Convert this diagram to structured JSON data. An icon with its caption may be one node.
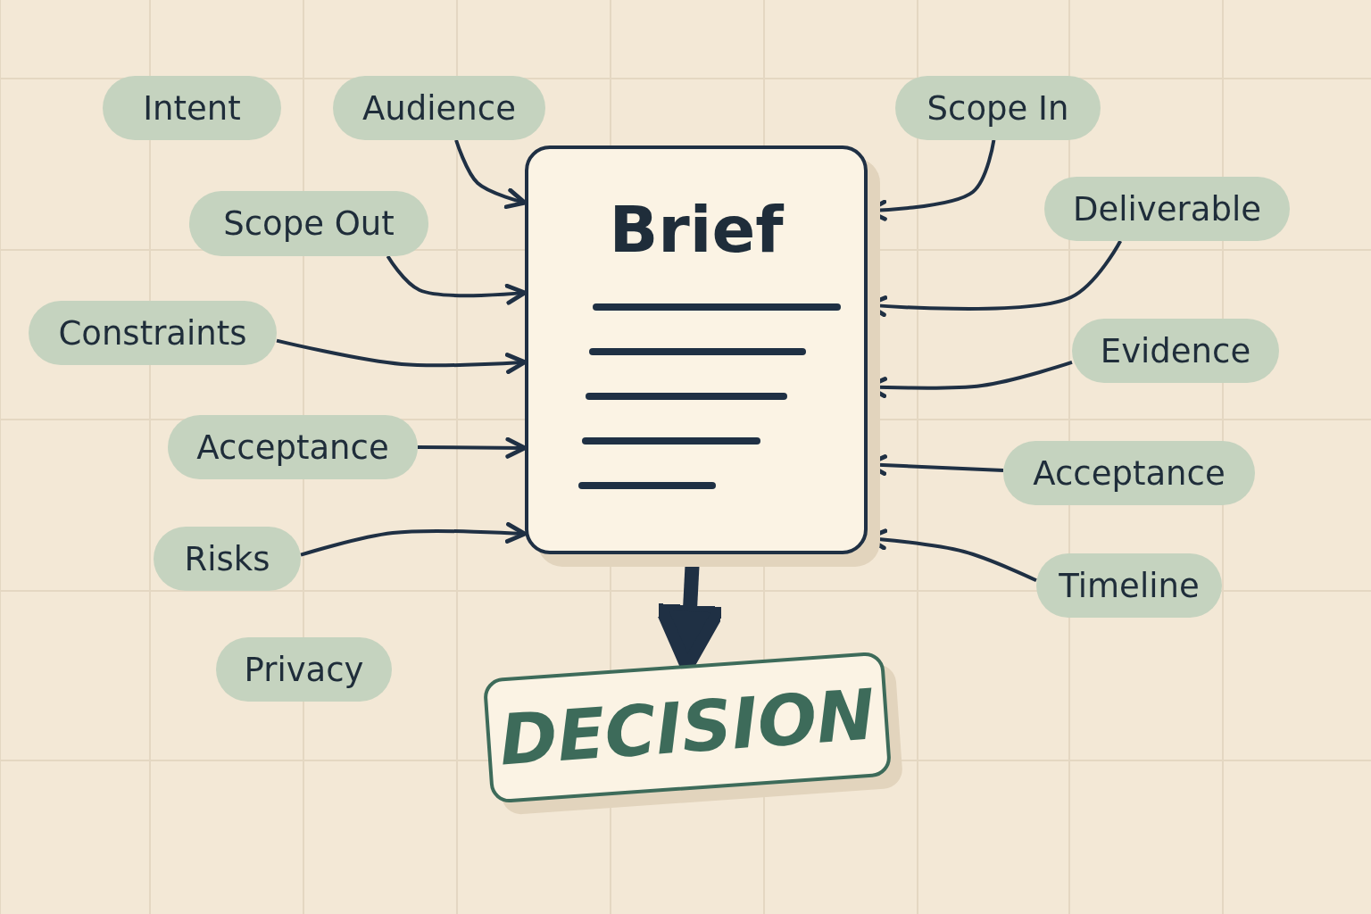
{
  "diagram": {
    "nodes": [
      {
        "text": [
          "Intent"
        ]
      },
      {
        "text": [
          "Audience"
        ]
      },
      {
        "text": [
          "Scope In"
        ]
      },
      {
        "text": [
          "Scope Out"
        ]
      },
      {
        "text": [
          "Deliverable"
        ]
      },
      {
        "text": [
          "Constraints"
        ]
      },
      {
        "text": [
          "Evidence"
        ]
      },
      {
        "text": [
          "Acceptance"
        ]
      },
      {
        "text": [
          "Acceptance"
        ]
      },
      {
        "text": [
          "Risks"
        ]
      },
      {
        "text": [
          "Timeline"
        ]
      },
      {
        "text": [
          "Privacy"
        ]
      },
      {
        "text": [
          "Brief"
        ]
      },
      {
        "text": [
          "DECISION"
        ]
      }
    ],
    "edges": [
      {
        "from": 1,
        "to": 12,
        "arrow": "to"
      },
      {
        "from": 2,
        "to": 12,
        "arrow": "to"
      },
      {
        "from": 3,
        "to": 12,
        "arrow": "to"
      },
      {
        "from": 4,
        "to": 12,
        "arrow": "to"
      },
      {
        "from": 5,
        "to": 12,
        "arrow": "to"
      },
      {
        "from": 6,
        "to": 12,
        "arrow": "to"
      },
      {
        "from": 7,
        "to": 12,
        "arrow": "to"
      },
      {
        "from": 8,
        "to": 12,
        "arrow": "to"
      },
      {
        "from": 9,
        "to": 12,
        "arrow": "to"
      },
      {
        "from": 10,
        "to": 12,
        "arrow": "to"
      },
      {
        "from": 12,
        "to": 13,
        "arrow": "to",
        "style": "thick"
      }
    ]
  }
}
